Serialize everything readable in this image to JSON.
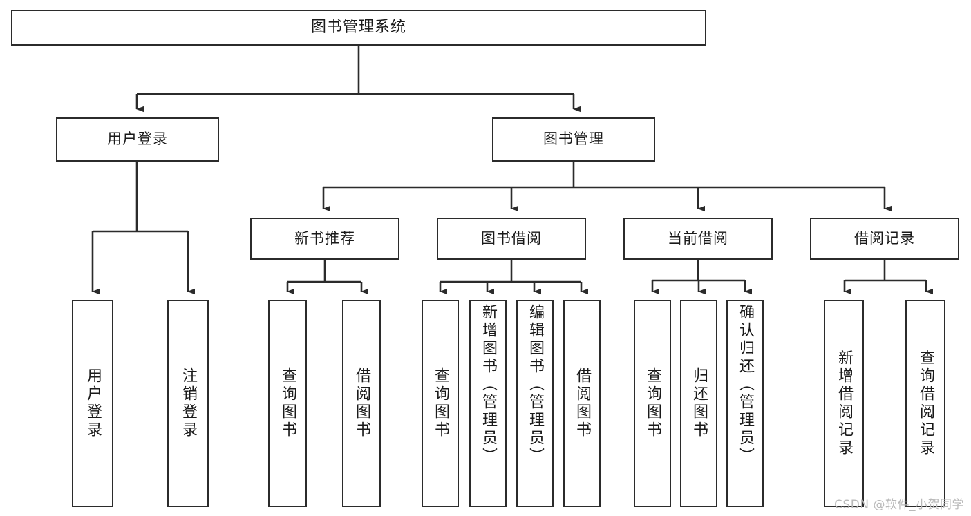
{
  "diagram": {
    "title": "图书管理系统",
    "type": "tree",
    "nodes": {
      "root": {
        "label": "图书管理系统"
      },
      "level2": [
        {
          "id": "user-login",
          "label": "用户登录"
        },
        {
          "id": "book-manage",
          "label": "图书管理"
        }
      ],
      "level3": [
        {
          "id": "new-book-recommend",
          "label": "新书推荐"
        },
        {
          "id": "book-borrow",
          "label": "图书借阅"
        },
        {
          "id": "current-borrow",
          "label": "当前借阅"
        },
        {
          "id": "borrow-record",
          "label": "借阅记录"
        }
      ],
      "leaves": {
        "user-login": [
          {
            "id": "leaf-user-login",
            "label": "用户登录"
          },
          {
            "id": "leaf-logout-login",
            "label": "注销登录"
          }
        ],
        "new-book-recommend": [
          {
            "id": "leaf-query-book-1",
            "label": "查询图书"
          },
          {
            "id": "leaf-borrow-book-1",
            "label": "借阅图书"
          }
        ],
        "book-borrow": [
          {
            "id": "leaf-query-book-2",
            "label": "查询图书"
          },
          {
            "id": "leaf-add-book",
            "label": "新增图书（管理员）"
          },
          {
            "id": "leaf-edit-book",
            "label": "编辑图书（管理员）"
          },
          {
            "id": "leaf-borrow-book-2",
            "label": "借阅图书"
          }
        ],
        "current-borrow": [
          {
            "id": "leaf-query-book-3",
            "label": "查询图书"
          },
          {
            "id": "leaf-return-book",
            "label": "归还图书"
          },
          {
            "id": "leaf-confirm-return",
            "label": "确认归还（管理员）"
          }
        ],
        "borrow-record": [
          {
            "id": "leaf-add-record",
            "label": "新增借阅记录"
          },
          {
            "id": "leaf-query-record",
            "label": "查询借阅记录"
          }
        ]
      }
    },
    "colors": {
      "stroke": "#2b2b2b",
      "fill": "#ffffff",
      "text": "#1a1a1a",
      "watermark": "#b9b9b9"
    }
  },
  "watermark": {
    "text": "CSDN @软件_小贺同学"
  }
}
